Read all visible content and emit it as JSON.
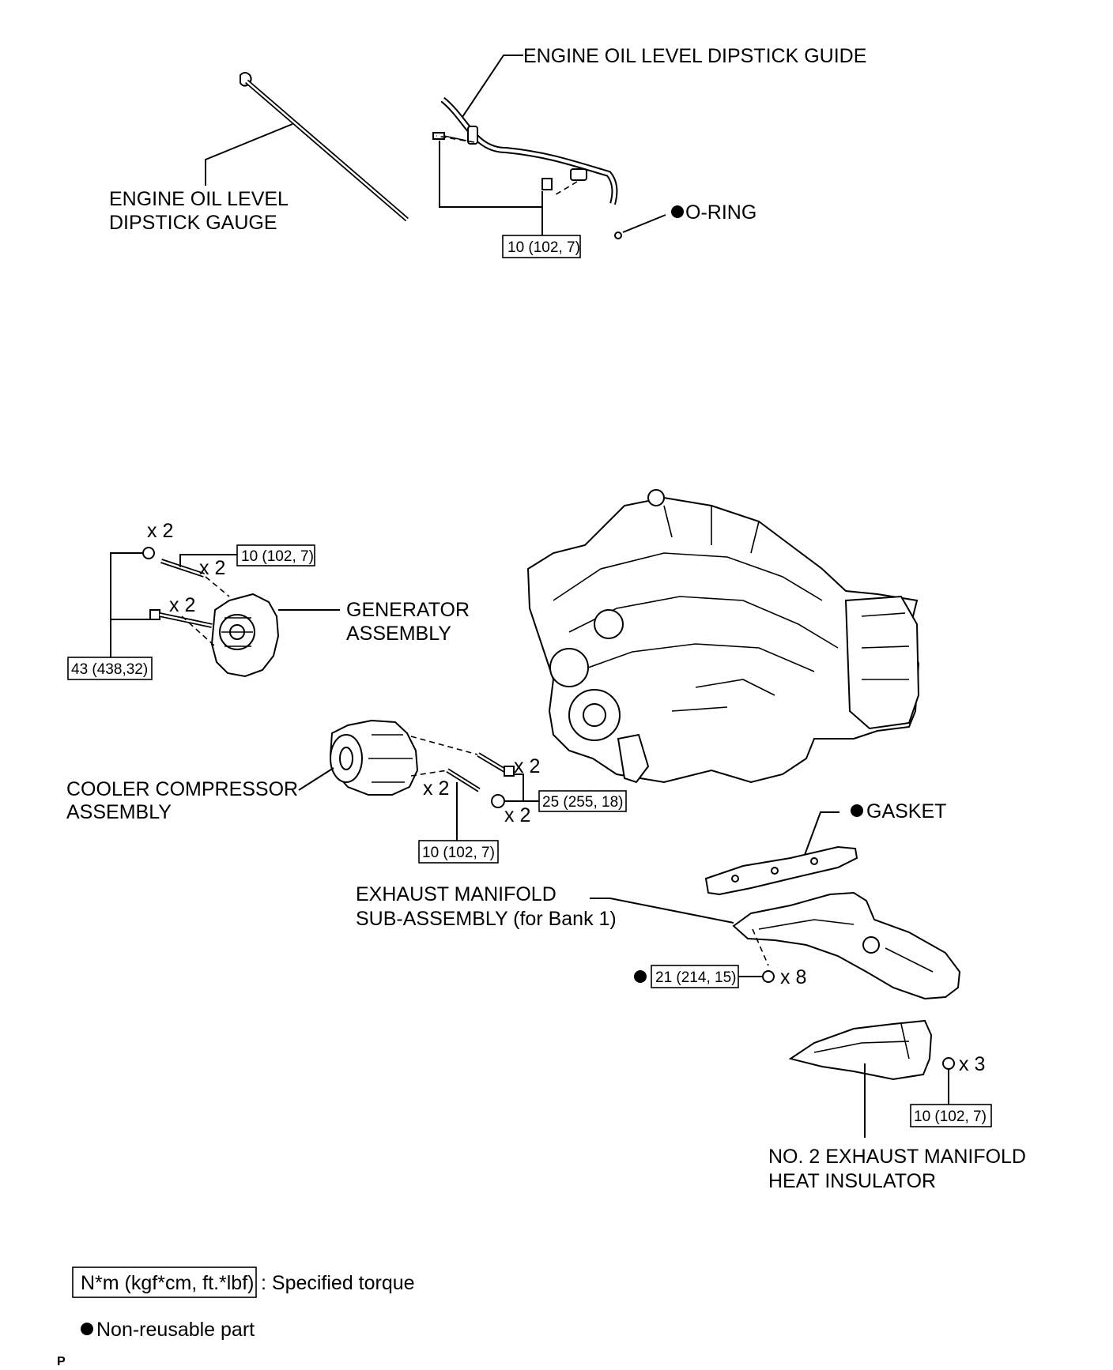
{
  "labels": {
    "dipstick_guide": "ENGINE OIL LEVEL DIPSTICK GUIDE",
    "dipstick_gauge_1": "ENGINE OIL LEVEL",
    "dipstick_gauge_2": "DIPSTICK GAUGE",
    "o_ring": "O-RING",
    "generator_1": "GENERATOR",
    "generator_2": "ASSEMBLY",
    "cooler_1": "COOLER COMPRESSOR",
    "cooler_2": "ASSEMBLY",
    "gasket": "GASKET",
    "exhaust_1": "EXHAUST MANIFOLD",
    "exhaust_2": "SUB-ASSEMBLY (for Bank 1)",
    "insulator_1": "NO. 2 EXHAUST MANIFOLD",
    "insulator_2": "HEAT INSULATOR"
  },
  "quantities": {
    "gen_nut": "x 2",
    "gen_stud": "x 2",
    "gen_bolt": "x 2",
    "comp_bolt": "x 2",
    "comp_stud": "x 2",
    "comp_nut": "x 2",
    "manifold_nut": "x 8",
    "insulator_bolt": "x 3"
  },
  "torques": {
    "dipstick_guide": "10 (102, 7)",
    "generator_upper": "10 (102, 7)",
    "generator_lower": "43 (438,32)",
    "compressor_right": "25 (255, 18)",
    "compressor_lower": "10 (102, 7)",
    "manifold": "21 (214, 15)",
    "insulator": "10 (102, 7)"
  },
  "legend": {
    "torque_unit": "N*m (kgf*cm, ft.*lbf)",
    "torque_desc": ": Specified torque",
    "nonreusable": "Non-reusable part"
  },
  "page_code": "P"
}
